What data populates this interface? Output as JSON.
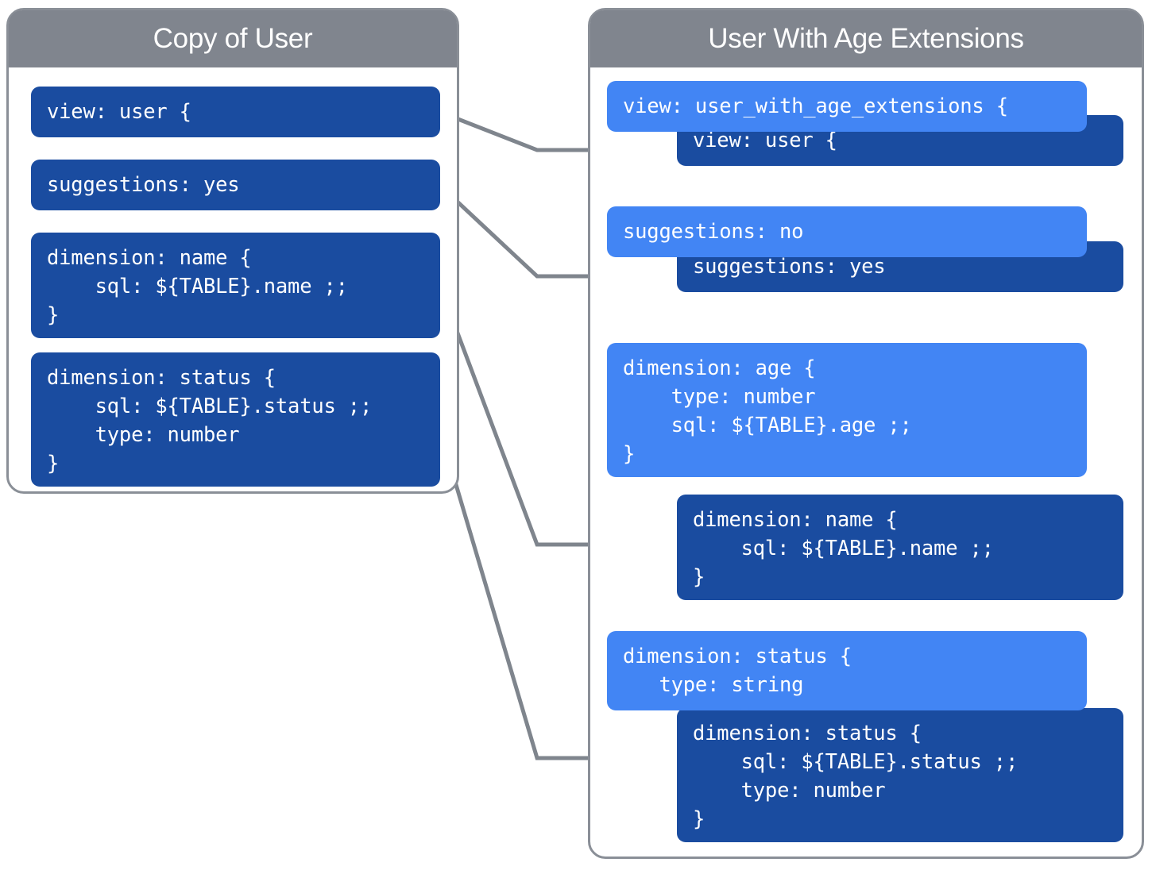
{
  "diagram": {
    "type": "lookml-extension-comparison",
    "colors": {
      "header_gray": "#80858e",
      "panel_border": "#8a8f97",
      "dark_blue": "#1a4ca0",
      "light_blue": "#4285f4",
      "connector_gray": "#7f858d",
      "background": "#ffffff"
    }
  },
  "left_panel": {
    "title": "Copy of User",
    "blocks": [
      {
        "name": "view-block",
        "code": "view: user {"
      },
      {
        "name": "suggestions-block",
        "code": "suggestions: yes"
      },
      {
        "name": "dimension-name-block",
        "code": "dimension: name {\n    sql: ${TABLE}.name ;;\n}"
      },
      {
        "name": "dimension-status-block",
        "code": "dimension: status {\n    sql: ${TABLE}.status ;;\n    type: number\n}"
      }
    ]
  },
  "right_panel": {
    "title": "User With Age Extensions",
    "pairs": [
      {
        "name": "view-pair",
        "override": {
          "code": "view: user_with_age_extensions {"
        },
        "inherited": {
          "code": "view: user {"
        }
      },
      {
        "name": "suggestions-pair",
        "override": {
          "code": "suggestions: no"
        },
        "inherited": {
          "code": "suggestions: yes"
        }
      },
      {
        "name": "dimension-age-pair",
        "override": {
          "code": "dimension: age {\n    type: number\n    sql: ${TABLE}.age ;;\n}"
        },
        "inherited": {
          "code": "dimension: name {\n    sql: ${TABLE}.name ;;\n}"
        }
      },
      {
        "name": "dimension-status-pair",
        "override": {
          "code": "dimension: status {\n   type: string"
        },
        "inherited": {
          "code": "dimension: status {\n    sql: ${TABLE}.status ;;\n    type: number\n}"
        }
      }
    ]
  },
  "connectors": [
    {
      "name": "view-connector",
      "from": "left.view-block",
      "to": "right.view-inherited"
    },
    {
      "name": "suggestions-connector",
      "from": "left.suggestions-block",
      "to": "right.suggestions-inherited"
    },
    {
      "name": "dimension-name-connector",
      "from": "left.dimension-name-block",
      "to": "right.dimension-name-inherited"
    },
    {
      "name": "dimension-status-connector",
      "from": "left.dimension-status-block",
      "to": "right.dimension-status-inherited"
    }
  ]
}
